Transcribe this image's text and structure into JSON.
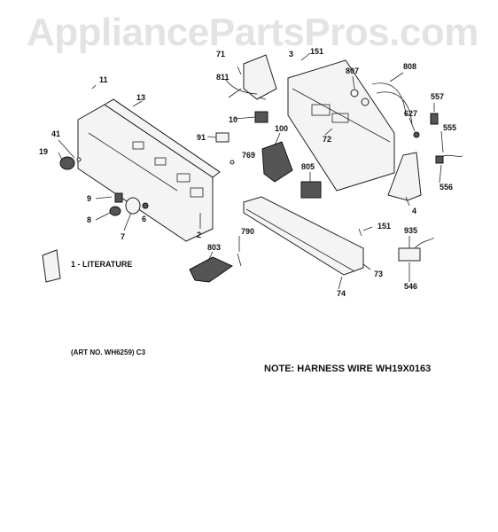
{
  "watermark": "AppliancePartsPros.com",
  "note": "NOTE: HARNESS WIRE WH19X0163",
  "art_no": "(ART NO. WH6259) C3",
  "literature": "1 - LITERATURE",
  "callouts": {
    "c11": "11",
    "c13": "13",
    "c41": "41",
    "c19": "19",
    "c9": "9",
    "c8": "8",
    "c6": "6",
    "c7": "7",
    "c2": "2",
    "c71": "71",
    "c3": "3",
    "c811": "811",
    "c10": "10",
    "c91": "91",
    "c100": "100",
    "c769": "769",
    "c151a": "151",
    "c807": "807",
    "c808": "808",
    "c557": "557",
    "c627": "627",
    "c72": "72",
    "c555": "555",
    "c805": "805",
    "c556": "556",
    "c4": "4",
    "c803": "803",
    "c790": "790",
    "c151b": "151",
    "c935": "935",
    "c73": "73",
    "c546": "546",
    "c74": "74"
  }
}
